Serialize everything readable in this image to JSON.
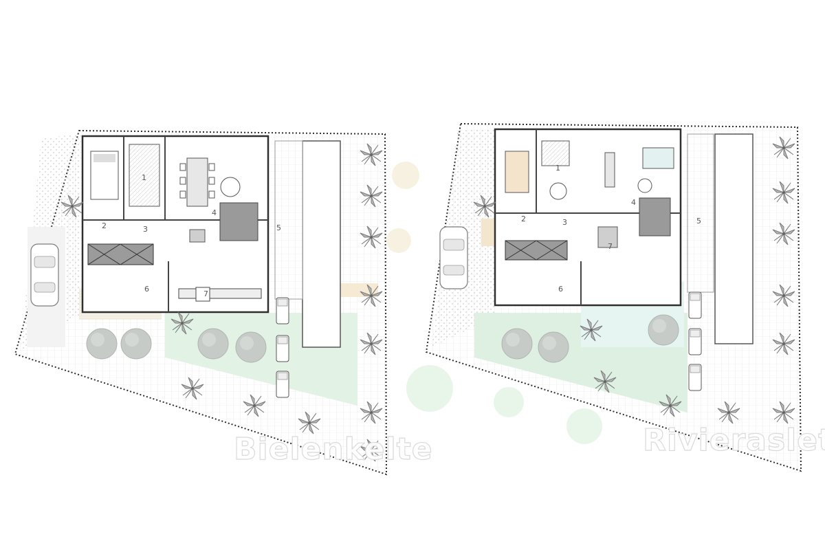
{
  "plans": [
    {
      "watermark": "Bielenkelte",
      "room_numbers": [
        "1",
        "2",
        "3",
        "4",
        "5",
        "6",
        "7"
      ]
    },
    {
      "watermark": "Rivieraslete",
      "room_numbers": [
        "1",
        "2",
        "3",
        "4",
        "5",
        "6",
        "7"
      ]
    }
  ],
  "colors": {
    "wall": "#3a3a3a",
    "deck_wood": "#f2e3c8",
    "grass": "#dff2e2",
    "pool_water": "#e3f3f1",
    "paving": "#ececec",
    "tree_grey": "#bfc4c0",
    "palm": "#8a8a8a",
    "gravel": "#ffffff"
  },
  "icons": [
    "palm-tree-icon",
    "round-tree-icon",
    "car-icon",
    "sofa-icon",
    "bed-icon",
    "dining-table-icon",
    "sun-lounger-icon",
    "shrub-icon"
  ]
}
